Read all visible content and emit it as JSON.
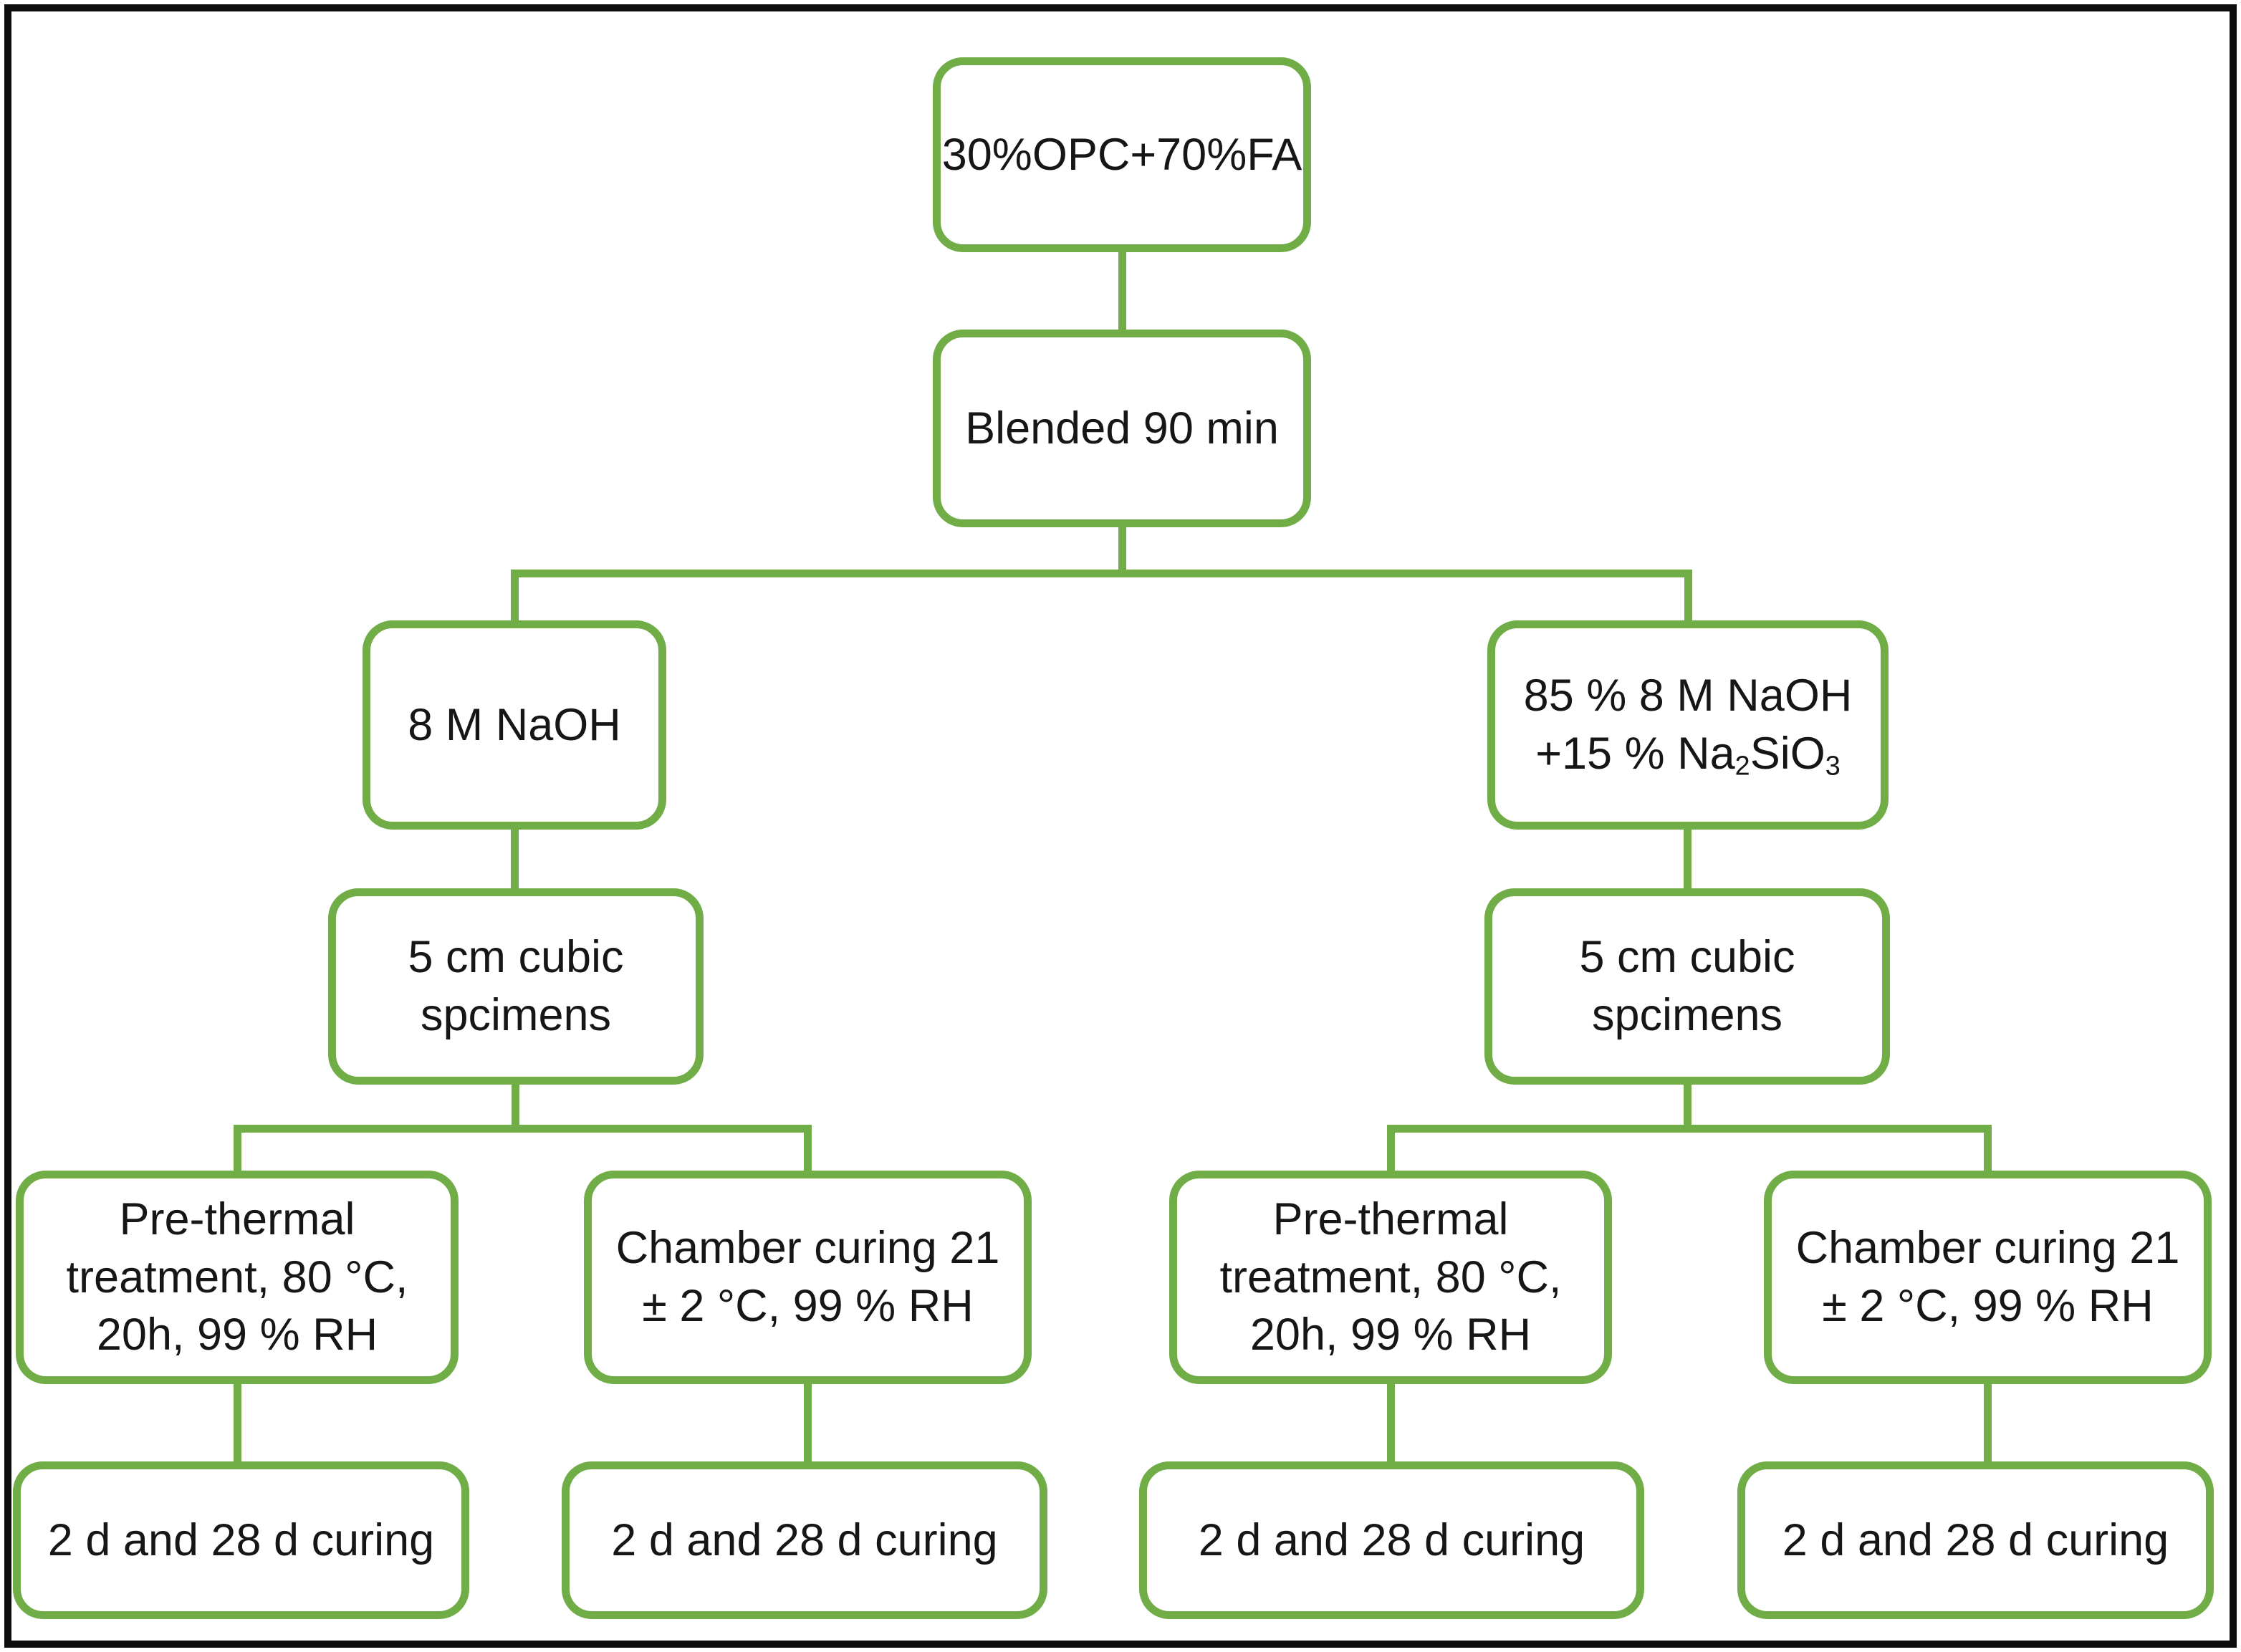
{
  "colors": {
    "box_border_green": "#70AD47",
    "connector_green": "#70AD47",
    "outer_frame_black": "#0d0d0d",
    "background": "#ffffff",
    "text": "#161616"
  },
  "diagram": {
    "mix": "30%OPC+70%FA",
    "blend": "Blended 90 min",
    "branches": [
      {
        "activator": "8 M NaOH",
        "specimens": "5 cm cubic\nspcimens",
        "paths": [
          {
            "treatment": "Pre-thermal\ntreatment, 80 °C,\n20h, 99 % RH",
            "curing": "2 d and 28 d curing"
          },
          {
            "treatment": "Chamber curing 21\n± 2 °C, 99 % RH",
            "curing": "2 d and 28 d curing"
          }
        ]
      },
      {
        "activator": {
          "line1": "85 % 8 M NaOH",
          "line2_base": "+15 % Na",
          "line2_sub1": "2",
          "line2_mid": "SiO",
          "line2_sub2": "3"
        },
        "specimens": "5 cm cubic\nspcimens",
        "paths": [
          {
            "treatment": "Pre-thermal\ntreatment, 80 °C,\n20h, 99 % RH",
            "curing": "2 d and 28 d curing"
          },
          {
            "treatment": "Chamber curing 21\n± 2 °C, 99 % RH",
            "curing": "2 d and 28 d curing"
          }
        ]
      }
    ]
  }
}
